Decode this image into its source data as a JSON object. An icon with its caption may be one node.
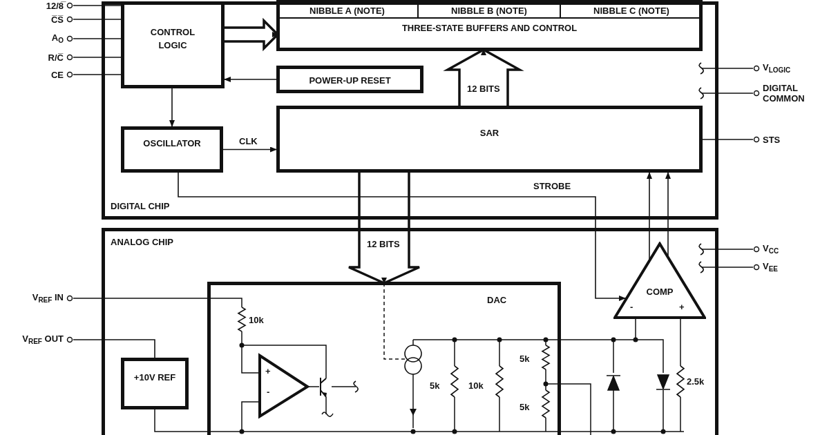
{
  "diagram": {
    "nodes": [
      {
        "text": [
          "DIGITAL CHIP"
        ]
      },
      {
        "text": [
          "CONTROL LOGIC"
        ],
        "in": 0
      },
      {
        "text": [
          "NIBBLE A (NOTE)"
        ],
        "in": 0
      },
      {
        "text": [
          "NIBBLE B (NOTE)"
        ],
        "in": 0
      },
      {
        "text": [
          "NIBBLE C (NOTE)"
        ],
        "in": 0
      },
      {
        "text": [
          "THREE-STATE BUFFERS AND CONTROL"
        ],
        "in": 0
      },
      {
        "text": [
          "POWER-UP RESET"
        ],
        "in": 0
      },
      {
        "text": [
          "OSCILLATOR"
        ],
        "in": 0
      },
      {
        "text": [
          "SAR"
        ],
        "in": 0
      },
      {
        "text": [
          "ANALOG CHIP"
        ]
      },
      {
        "text": [
          "+10V REF"
        ],
        "in": 9
      },
      {
        "text": [
          "DAC"
        ],
        "in": 9
      },
      {
        "text": [
          "COMP"
        ],
        "in": 9
      },
      {
        "text": [
          "12/8̅"
        ]
      },
      {
        "text": [
          "C̅S̅"
        ]
      },
      {
        "text": [
          "A$_{O}$"
        ]
      },
      {
        "text": [
          "R/C̅"
        ]
      },
      {
        "text": [
          "CE"
        ]
      },
      {
        "text": [
          "V$_{LOGIC}$"
        ]
      },
      {
        "text": [
          "DIGITAL COMMON"
        ]
      },
      {
        "text": [
          "STS"
        ]
      },
      {
        "text": [
          "V$_{CC}$"
        ]
      },
      {
        "text": [
          "V$_{EE}$"
        ]
      },
      {
        "text": [
          "V$_{REF}$ IN"
        ]
      },
      {
        "text": [
          "V$_{REF}$ OUT"
        ]
      }
    ],
    "edges": [
      {
        "from": 13,
        "to": 1,
        "arrow": "none"
      },
      {
        "from": 14,
        "to": 1,
        "arrow": "none"
      },
      {
        "from": 15,
        "to": 1,
        "arrow": "none"
      },
      {
        "from": 16,
        "to": 1,
        "arrow": "none"
      },
      {
        "from": 17,
        "to": 1,
        "arrow": "none"
      },
      {
        "from": 1,
        "to": 5,
        "arrow": "to",
        "style": "thick"
      },
      {
        "from": 6,
        "to": 1,
        "arrow": "to"
      },
      {
        "from": 1,
        "to": 7,
        "arrow": "to"
      },
      {
        "from": 7,
        "to": 8,
        "arrow": "to",
        "label": "CLK"
      },
      {
        "from": 8,
        "to": 5,
        "arrow": "to",
        "label": "12 BITS",
        "style": "thick"
      },
      {
        "from": 8,
        "to": 11,
        "arrow": "to",
        "label": "12 BITS",
        "style": "thick"
      },
      {
        "from": 7,
        "to": 12,
        "arrow": "to",
        "label": "STROBE"
      },
      {
        "from": 12,
        "to": 8,
        "arrow": "to"
      },
      {
        "from": 12,
        "to": 8,
        "arrow": "to"
      },
      {
        "from": 8,
        "to": 20,
        "arrow": "none"
      },
      {
        "from": null,
        "to": 18,
        "arrow": "none"
      },
      {
        "from": null,
        "to": 19,
        "arrow": "none"
      },
      {
        "from": null,
        "to": 21,
        "arrow": "none"
      },
      {
        "from": null,
        "to": 22,
        "arrow": "none"
      },
      {
        "from": 23,
        "to": 11,
        "arrow": "none"
      },
      {
        "from": 10,
        "to": 24,
        "arrow": "none"
      }
    ],
    "labels": [
      "-",
      "+",
      "10k",
      "5k",
      "+",
      "5k",
      "10k",
      "-",
      "5k",
      "2.5k"
    ]
  }
}
